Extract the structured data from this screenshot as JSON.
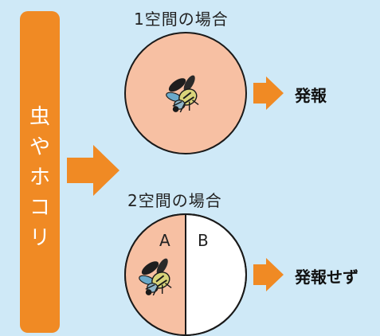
{
  "side_label": [
    "虫",
    "や",
    "ホ",
    "コ",
    "リ"
  ],
  "case1": {
    "title": "1空間の場合",
    "result": "発報"
  },
  "case2": {
    "title": "2空間の場合",
    "result": "発報せず",
    "zone_a": "A",
    "zone_b": "B"
  },
  "colors": {
    "background": "#cfe9f7",
    "accent_orange": "#f08a24",
    "circle_fill": "#f7c0a3",
    "circle_outline": "#1a1a1a",
    "zone_b_fill": "#ffffff"
  },
  "icons": [
    "arrow-icon",
    "bug-icon"
  ]
}
